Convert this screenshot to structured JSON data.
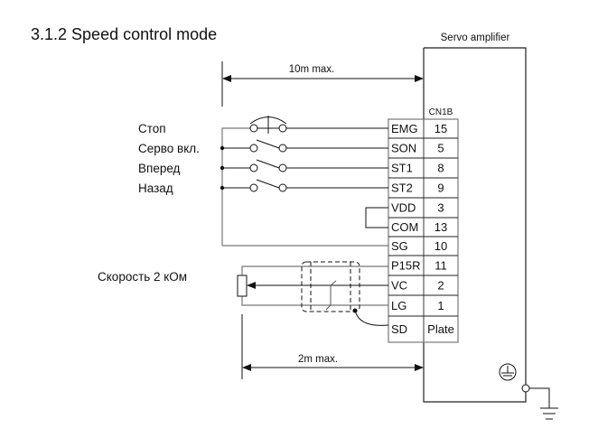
{
  "title": "3.1.2 Speed control mode",
  "amplifier": {
    "label": "Servo amplifier",
    "connector": "CN1B"
  },
  "dimensions": {
    "top": "10m max.",
    "bottom": "2m max."
  },
  "inputs": [
    {
      "label": "Стоп",
      "type": "normally-closed"
    },
    {
      "label": "Серво вкл.",
      "type": "normally-open"
    },
    {
      "label": "Вперед",
      "type": "normally-open"
    },
    {
      "label": "Назад",
      "type": "normally-open"
    }
  ],
  "potentiometer": {
    "label": "Скорость 2 кОм"
  },
  "pins": [
    {
      "signal": "EMG",
      "pin": "15"
    },
    {
      "signal": "SON",
      "pin": "5"
    },
    {
      "signal": "ST1",
      "pin": "8"
    },
    {
      "signal": "ST2",
      "pin": "9"
    },
    {
      "signal": "VDD",
      "pin": "3"
    },
    {
      "signal": "COM",
      "pin": "13"
    },
    {
      "signal": "SG",
      "pin": "10"
    },
    {
      "signal": "P15R",
      "pin": "11"
    },
    {
      "signal": "VC",
      "pin": "2"
    },
    {
      "signal": "LG",
      "pin": "1"
    },
    {
      "signal": "SD",
      "pin": "Plate"
    }
  ],
  "colors": {
    "line": "#111111",
    "gray_line": "#777777"
  }
}
